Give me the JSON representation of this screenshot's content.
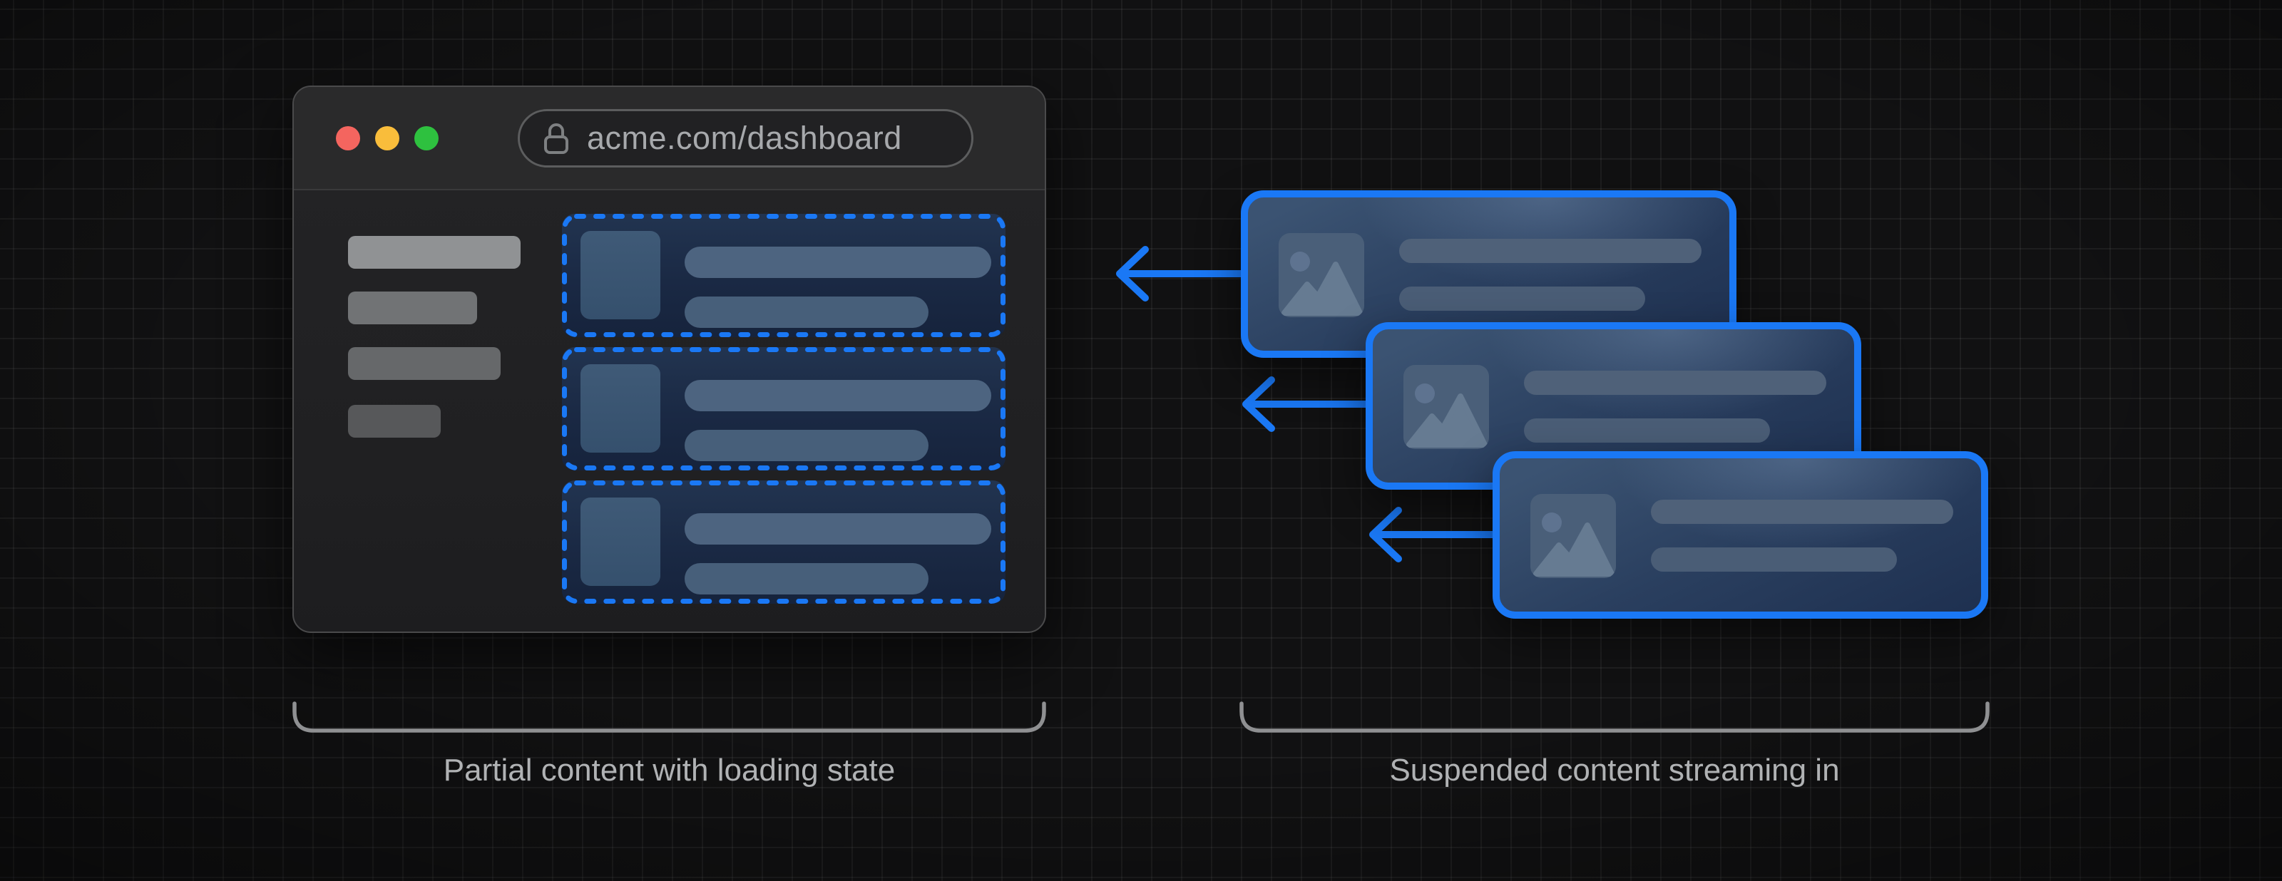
{
  "theme": {
    "accent_blue": "#1a78f5",
    "background": "#111112",
    "grid_line": "rgba(255,255,255,0.055)",
    "window_background": "#222224",
    "titlebar_background": "#2a2a2b",
    "caption_color": "#b0b2b4",
    "skeleton_navy_card": "#1a2944",
    "skeleton_slate_line": "#4d6480"
  },
  "browser_window": {
    "url": "acme.com/dashboard",
    "lock_icon": "lock-icon",
    "traffic_lights": [
      {
        "name": "close",
        "color": "#f4655f"
      },
      {
        "name": "minimize",
        "color": "#f9bd3b"
      },
      {
        "name": "zoom",
        "color": "#2ec13f"
      }
    ],
    "sidebar_skeleton_bar_count": 4,
    "suspense_placeholder_card_count": 3
  },
  "stream_stack": {
    "card_count": 3,
    "arrow_icon": "left-arrow-icon",
    "image_placeholder_icon": "image-placeholder-icon"
  },
  "captions": {
    "left": "Partial content with loading state",
    "right": "Suspended content streaming in"
  }
}
